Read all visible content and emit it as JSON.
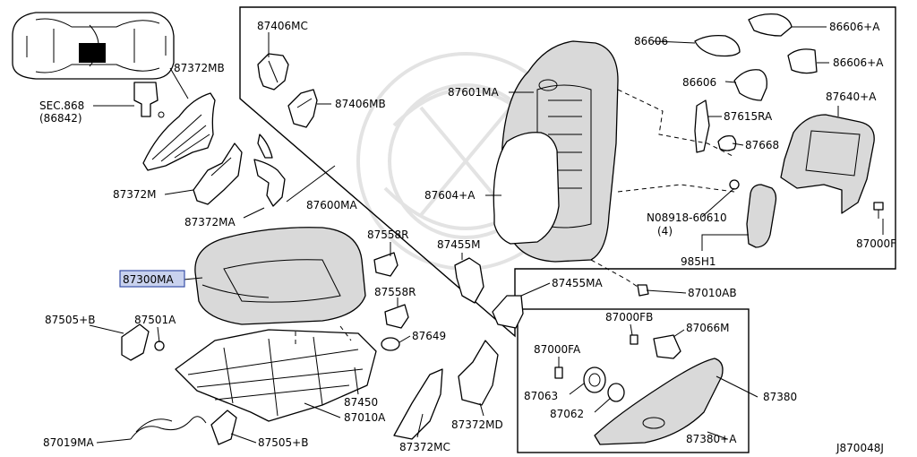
{
  "diagram": {
    "figure_code": "J870048J",
    "labels": {
      "sec868": "SEC.868",
      "sec868_sub": "(86842)",
      "p87372MB": "87372MB",
      "p87372M": "87372M",
      "p87372MA": "87372MA",
      "p87406MC": "87406MC",
      "p87406MB": "87406MB",
      "p87600MA": "87600MA",
      "p87601MA": "87601MA",
      "p87604A": "87604+A",
      "p86606": "86606",
      "p86606b": "86606",
      "p86606A1": "86606+A",
      "p86606A2": "86606+A",
      "p87640A": "87640+A",
      "p87615RA": "87615RA",
      "p87668": "87668",
      "n08918": "N08918-60610",
      "n08918_qty": "(4)",
      "p985H1": "985H1",
      "p87000F": "87000F",
      "p87558R1": "87558R",
      "p87558R2": "87558R",
      "p87455M": "87455M",
      "p87455MA": "87455MA",
      "p87010AB": "87010AB",
      "p87300MA": "87300MA",
      "p87505B1": "87505+B",
      "p87501A": "87501A",
      "p87649": "87649",
      "p87450": "87450",
      "p87010A": "87010A",
      "p87505B2": "87505+B",
      "p87019MA": "87019MA",
      "p87372MC": "87372MC",
      "p87372MD": "87372MD",
      "p87000FB": "87000FB",
      "p87066M": "87066M",
      "p87000FA": "87000FA",
      "p87063": "87063",
      "p87062": "87062",
      "p87380": "87380",
      "p87380A": "87380+A"
    }
  }
}
